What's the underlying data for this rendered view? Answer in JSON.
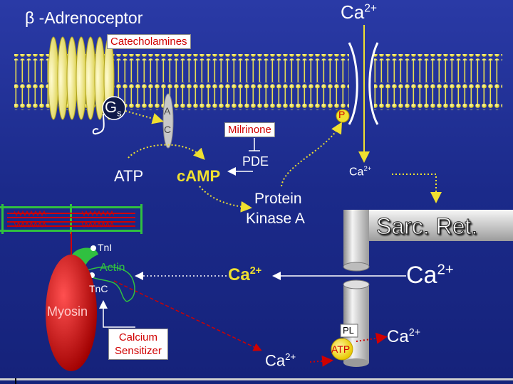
{
  "labels": {
    "adrenoceptor": "β -Adrenoceptor",
    "catecholamines": "Catecholamines",
    "gs_main": "G",
    "gs_sub": "s",
    "ac_a": "A",
    "ac_c": "C",
    "milrinone": "Milrinone",
    "pde": "PDE",
    "atp": "ATP",
    "camp": "cAMP",
    "pka_line1": "Protein",
    "pka_line2": "Kinase A",
    "p": "P",
    "ca_top": "Ca",
    "ca_top_sup": "2+",
    "ca_channel": "Ca",
    "ca_channel_sup": "2+",
    "sarc_ret": "Sarc. Ret.",
    "ca_sr_big": "Ca",
    "ca_sr_big_sup": "2+",
    "ca_yellow": "Ca",
    "ca_yellow_sup": "2+",
    "tni": "TnI",
    "actin": "Actin",
    "tnc": "TnC",
    "myosin": "Myosin",
    "calcium_sensitizer_1": "Calcium",
    "calcium_sensitizer_2": "Sensitizer",
    "ca_bottom": "Ca",
    "ca_bottom_sup": "2+",
    "pl": "PL",
    "atp_pump": "ATP",
    "ca_pump": "Ca",
    "ca_pump_sup": "2+"
  },
  "colors": {
    "background_top": "#1c2b8f",
    "background_bottom": "#1b2a8a",
    "membrane_beads": "#f2e84a",
    "receptor": "#f4ef7a",
    "label_red": "#d00000",
    "arrow_yellow": "#f0e030",
    "arrow_red": "#c00000",
    "myosin": "#cc1010",
    "actin_green": "#20a040",
    "sr_gray": "#d8d8d8"
  }
}
